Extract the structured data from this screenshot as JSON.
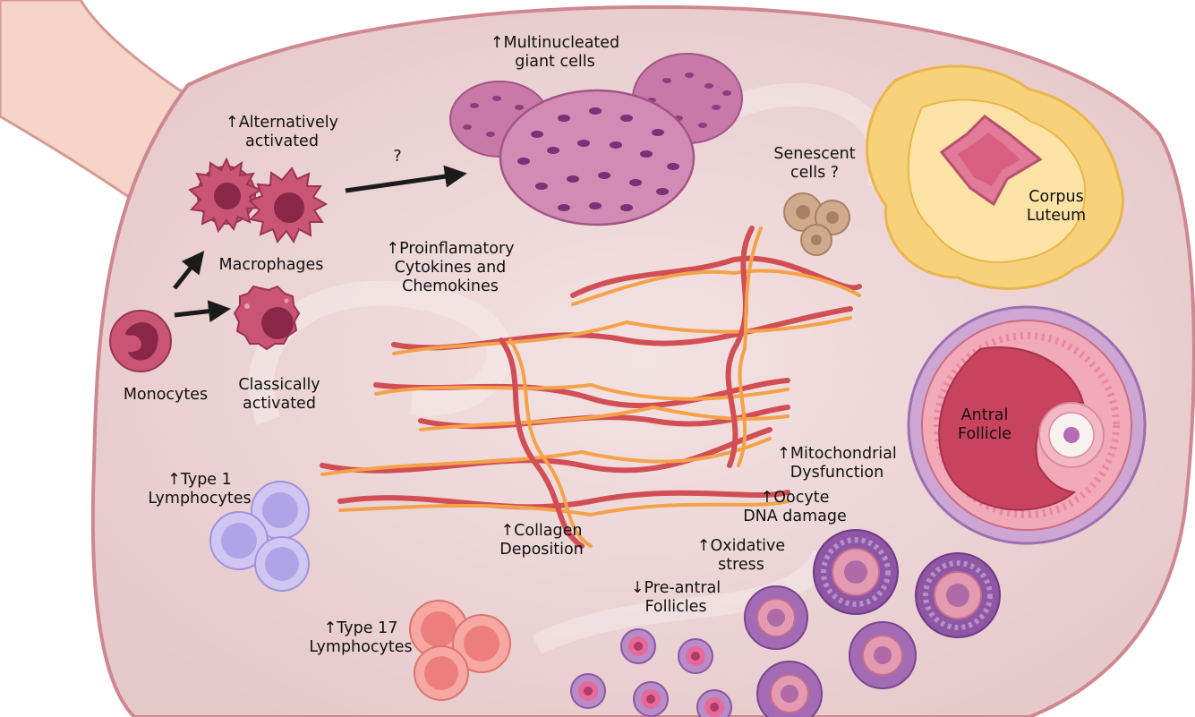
{
  "labels": {
    "multinucleated": [
      "↑Multinucleated",
      "giant cells"
    ],
    "alternatively": [
      "↑Alternatively",
      "activated"
    ],
    "question": "?",
    "macrophages": "Macrophages",
    "monocytes": "Monocytes",
    "classically": [
      "Classically",
      "activated"
    ],
    "senescent": [
      "Senescent",
      "cells ?"
    ],
    "corpus": [
      "Corpus",
      "Luteum"
    ],
    "proinflammatory": [
      "↑Proinflamatory",
      "Cytokines and",
      "Chemokines"
    ],
    "antral": [
      "Antral",
      "Follicle"
    ],
    "mito": [
      "↑Mitochondrial",
      "Dysfunction"
    ],
    "oocyte": [
      "↑Oocyte",
      "DNA damage"
    ],
    "oxidative": [
      "↑Oxidative",
      "stress"
    ],
    "collagen": [
      "↑Collagen",
      "Deposition"
    ],
    "preantral": [
      "↓Pre-antral",
      "Follicles"
    ],
    "type1": [
      "↑Type 1",
      "Lymphocytes"
    ],
    "type17": [
      "↑Type 17",
      "Lymphocytes"
    ]
  },
  "colors": {
    "ovary_fill": "#ecd3d4",
    "ovary_edge": "#cf8790",
    "ligament": "#f6d4c8",
    "macrophage": "#c95476",
    "giant_cell": "#c879a8",
    "collagen_red": "#d24e55",
    "collagen_orange": "#f3a24a",
    "corpus_luteum": "#f8d27b",
    "antral_follicle": "#c8445e",
    "follicle_purple": "#8e56a4",
    "lymphocyte_type1": "#b7aeea",
    "lymphocyte_type17": "#ee8582",
    "senescent": "#d0aa8d"
  }
}
